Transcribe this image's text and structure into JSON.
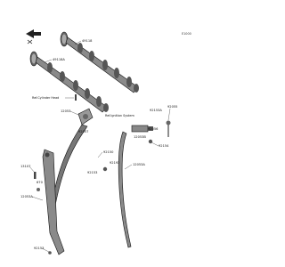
{
  "diagram": {
    "code": "E1000",
    "parts": {
      "camshaft_upper": "49118",
      "camshaft_lower": "49118A",
      "tensioner": "12053",
      "tensioner_arm": "12053A",
      "guide_front": "12053B",
      "pin": "92153",
      "bolt_13107": "13107",
      "washer_670": "670",
      "guide_rear": "12053A",
      "bolt_92153": "92153",
      "sensor_92192": "92192",
      "sensor_92150": "92150",
      "chain_92057": "92057",
      "cover_92055": "92055",
      "plug_92154": "92154",
      "ring_92056": "92056",
      "screw_92153A": "92153A"
    },
    "refs": {
      "cylinder_head": "Ref.Cylinder Head",
      "ignition_system": "Ref.Ignition System"
    }
  }
}
